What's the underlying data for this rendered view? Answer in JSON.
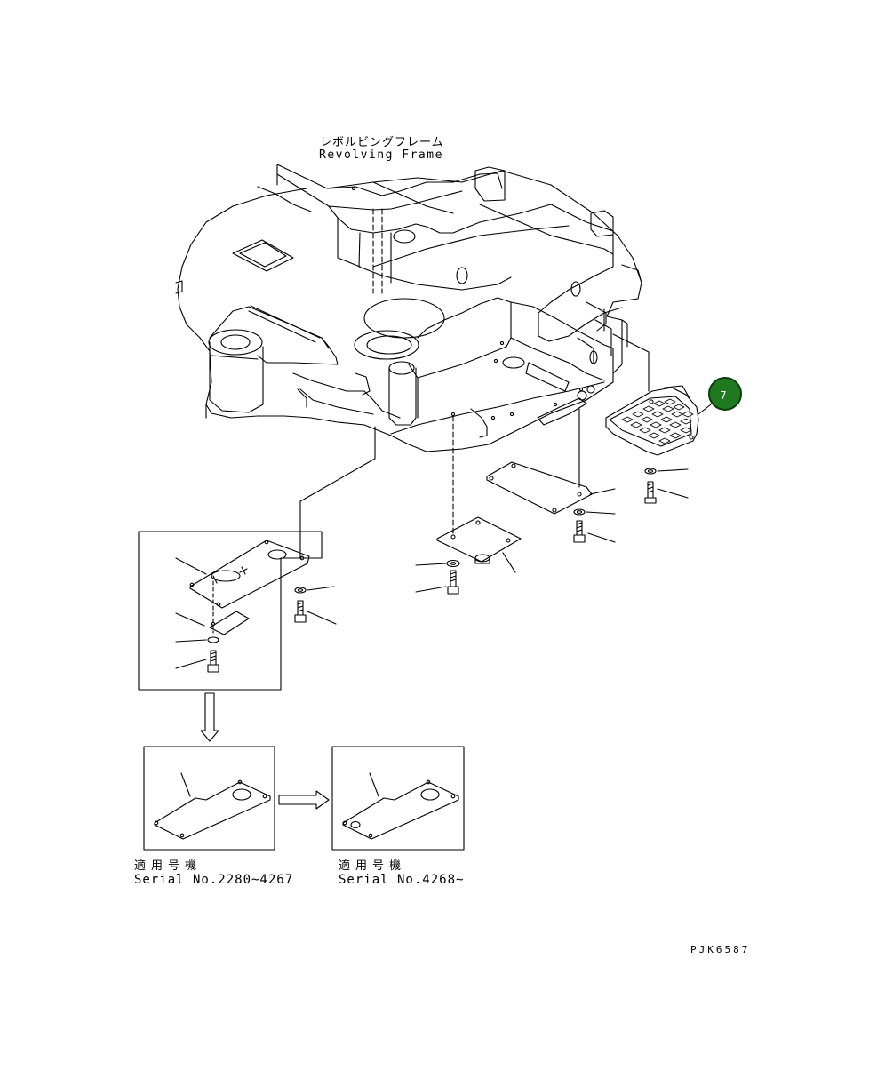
{
  "frame_label": {
    "japanese": "レボルビングフレーム",
    "english": "Revolving Frame"
  },
  "serial_ranges": [
    {
      "japanese": "適用号機",
      "english": "Serial No.2280~4267"
    },
    {
      "japanese": "適用号機",
      "english": "Serial No.4268~"
    }
  ],
  "callout": {
    "number": "7",
    "color": "#1f7a1f"
  },
  "drawing_number": "PJK6587",
  "colors": {
    "line": "#000000",
    "background": "#ffffff",
    "callout_fill": "#1f7a1f"
  }
}
